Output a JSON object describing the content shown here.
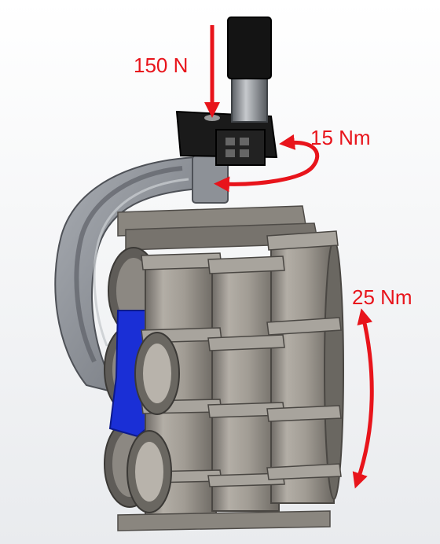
{
  "annotations": {
    "force": {
      "text": "150 N",
      "kind": "downward-force-arrow"
    },
    "yaw_torque": {
      "text": "15 Nm",
      "kind": "curved-torque-arrow"
    },
    "wheel_torque": {
      "text": "25 Nm",
      "kind": "vertical-double-arrow"
    }
  },
  "colors": {
    "arrow": "#e8141b",
    "actuator_body": "#1a1a1a",
    "bracket": "#8f939a",
    "drum": "#9a958e",
    "hub_accent": "#1a2fd6"
  },
  "components": [
    "motor-icon",
    "gearbox-icon",
    "curved-bracket-icon",
    "paddle-drum-icon",
    "blue-hub-icon"
  ]
}
